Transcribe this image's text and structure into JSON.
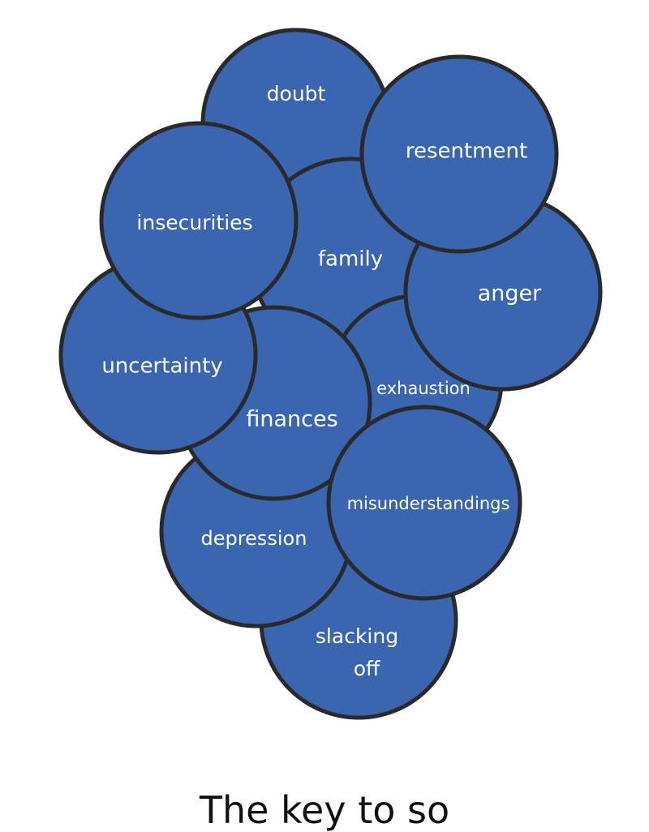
{
  "colors": {
    "bubble_fill": "#3a65b0",
    "bubble_outline": "#2a2a2a",
    "text": "#ffffff"
  },
  "bubbles": [
    {
      "id": "doubt",
      "label": "doubt"
    },
    {
      "id": "family",
      "label": "family"
    },
    {
      "id": "exhaustion",
      "label": "exhaustion"
    },
    {
      "id": "slacking-off",
      "label": "slacking",
      "label2": "off"
    },
    {
      "id": "depression",
      "label": "depression"
    },
    {
      "id": "finances",
      "label": "finances"
    },
    {
      "id": "misunderstandings",
      "label": "misunderstandings"
    },
    {
      "id": "anger",
      "label": "anger"
    },
    {
      "id": "resentment",
      "label": "resentment"
    },
    {
      "id": "uncertainty",
      "label": "uncertainty"
    },
    {
      "id": "insecurities",
      "label": "insecurities"
    }
  ],
  "caption": "The key to so"
}
